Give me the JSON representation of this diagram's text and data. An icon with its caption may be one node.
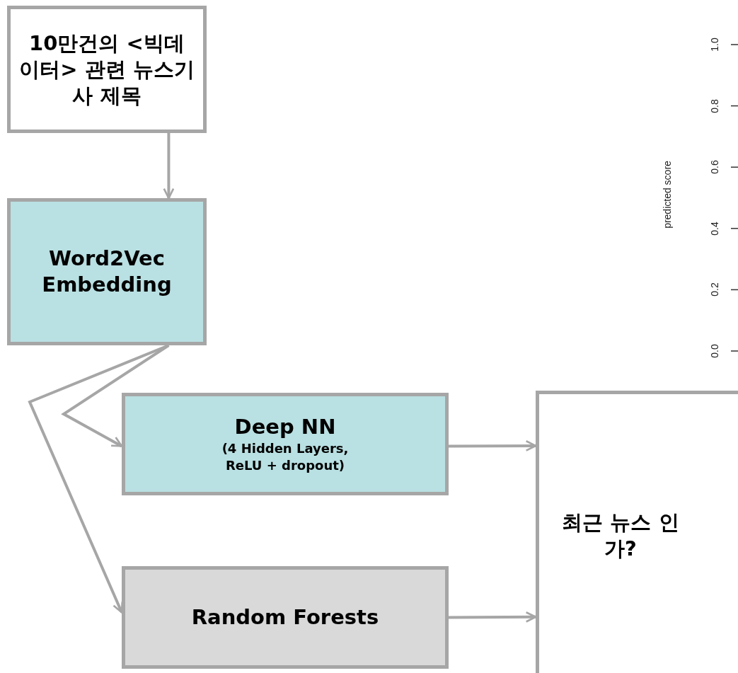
{
  "diagram": {
    "nodes": [
      {
        "text": [
          "10만건의 <빅데이터> 관련 뉴스기사 제목"
        ]
      },
      {
        "text": [
          "Word2Vec Embedding"
        ]
      },
      {
        "text": [
          "Deep NN",
          "(4 Hidden Layers, ReLU + dropout)"
        ]
      },
      {
        "text": [
          "Random Forests"
        ]
      },
      {
        "text": [
          "최근 뉴스 인가?"
        ]
      }
    ],
    "edges": [
      {
        "from": 0,
        "to": 1,
        "arrow": "to"
      },
      {
        "from": 1,
        "to": 2,
        "arrow": "to"
      },
      {
        "from": 1,
        "to": 3,
        "arrow": "to"
      },
      {
        "from": 2,
        "to": 4,
        "arrow": "to"
      },
      {
        "from": 3,
        "to": 4,
        "arrow": "to"
      }
    ],
    "labels": [
      "predicted score",
      "1.0",
      "0.8",
      "0.6",
      "0.4",
      "0.2",
      "0.0"
    ]
  }
}
